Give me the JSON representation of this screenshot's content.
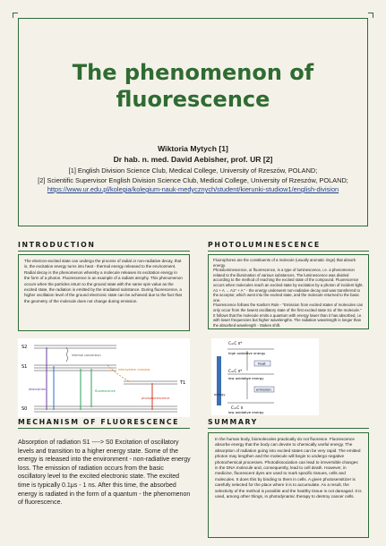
{
  "title": "The phenomenon of fluorescence",
  "authors": {
    "line1": "Wiktoria Mytych [1]",
    "line2": "Dr hab. n. med. David Aebisher, prof. UR  [2]"
  },
  "affiliations": {
    "line1": "[1] English Division Science Club, Medical College, University of Rzeszów, POLAND;",
    "line2": "[2] Scientific Supervisor English Division Science Club, Medical College, University of Rzeszów, POLAND; ",
    "link": "https://www.ur.edu.pl/kolegia/kolegium-nauk-medycznych/student/kierunki-studiow1/english-division"
  },
  "sections": {
    "introduction": {
      "heading": "INTRODUCTION",
      "text": "The electron-excited state can undergo the process of radial or non-radiative decay, that is, the excitation energy turns into heat - thermal energy released to the environment. Radial decay is the phenomenon whereby a molecule releases its excitation energy in the form of a photon. Fluorescence is an example of a radiant atrophy. This phenomenon occurs when the particles return to the ground state with the same spin value as the excited state, the radiation is emitted by the irradiated substance. During fluorescence, a higher oscillation level of the ground electronic state can be achieved due to the fact that the geometry of the molecule does not change during emission."
    },
    "photoluminescence": {
      "heading": "PHOTOLUMINESCENCE",
      "p1": "Fluorophores are the constituents of a molecule (usually aromatic rings) that absorb energy.",
      "p2": "Photoluminescence, or fluorescence, is a type of luminescence, i.e. a phenomenon related to the illumination of various substances. The luminescence was divided according to the method of reaching the excited state of the compound. Fluorescence occurs when molecules reach an excited state by excitation by a photon of incident light.",
      "p3": " A1 + A → A1* + A \" - the energy underwent non-radiative decay and was transferred to the acceptor, which went into the excited state, and the molecule returned to the basic one.",
      "p4": " Fluorescence follows the Kasha's Rule - \"Emission from excited states of molecules can only occur from the lowest oscillatory state of the first excited state S1 of the molecule.\"",
      "p5": "It follows that the molecule emits a quantum with energy lower than it has absorbed, i.e. with lower frequencies but higher wavelengths. The radiation wavelength is longer than the absorbed wavelength - Stokes shift."
    },
    "mechanism": {
      "heading": "MECHANISM OF FLUORESCENCE",
      "text": "Absorption of radiation S1 ----> S0 Excitation of oscillatory levels and transition to a higher energy state. Some of the energy is released into the environment - non-radiative energy loss. The emission of radiation occurs from the basic oscillatory level to the excited electronic state. The excited time is typically 0.1μs - 1 ns. After this time, the absorbed energy is radiated in the form of a quantum - the phenomenon of fluorescence."
    },
    "summary": {
      "heading": "SUMMARY",
      "text": "In the human body, biomolecules practically do not fluoresce. Fluorescence absorbe energy that the body can devote to chemically useful energy. The absorption of radiation going into excited states can be very rapid. The emitted photon may lengthen and the molecule will begin to undergo negative photochemical processes. Photodissociation can lead to irreversible changes in the DNA molecule and, consequently, lead to cell death. However, in medicine, fluorescent dyes are used to mark specific tissues, cells and molecules. It does this by binding to them in cells. A given photosensitizer is carefully selected for the place where it is to accumulate. As a result, the selectivity of the method is possible and the healthy tissue is not damaged. It is used, among other things, in photodynamic therapy to destroy cancer cells."
    }
  },
  "figure1": {
    "labels": {
      "s2": "S2",
      "s1": "S1",
      "s0": "S0",
      "t1": "T1",
      "absorption": "absorption",
      "fluorescence": "fluorescence",
      "phosphorescence": "phosphorescence",
      "intersystem": "intersystem crossing",
      "internal": "internal conversion"
    }
  },
  "figure2": {
    "labels": {
      "top_state": "C=C π*",
      "top_energy": "high oxidative energy",
      "heat": "heat",
      "mid_state": "C=C π*",
      "mid_energy": "low oxidative energy",
      "emission": "emission",
      "energy": "energy",
      "bottom_state": "C=C π",
      "bottom_energy": "low oxidative energy"
    }
  },
  "colors": {
    "accent": "#2e6b3a",
    "title": "#2f6b32",
    "background": "#f4f2e8",
    "link": "#1f3f8a"
  }
}
